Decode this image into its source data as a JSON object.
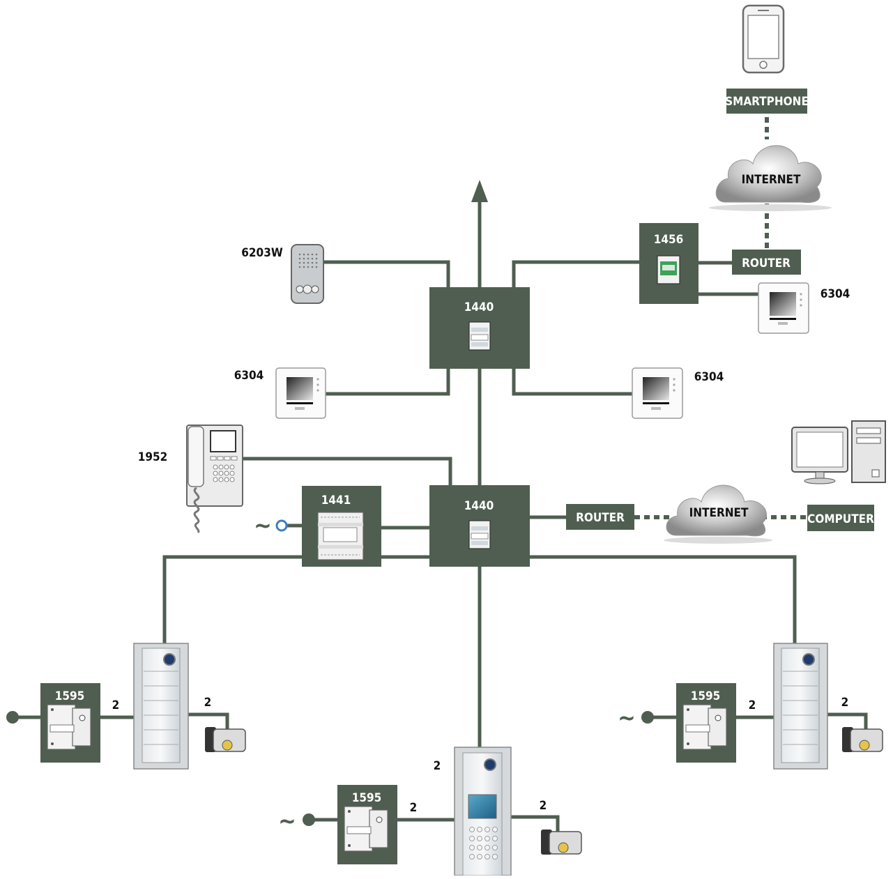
{
  "colors": {
    "box": "#4f5e50",
    "wire": "#4f5e50",
    "label_box_text": "#ffffff",
    "label_text": "#111111"
  },
  "devices": {
    "smartphone": "SMARTPHONE",
    "internet_top": "INTERNET",
    "router_top": "ROUTER",
    "internet_mid": "INTERNET",
    "router_mid": "ROUTER",
    "computer": "COMPUTER",
    "unit_1456": "1456",
    "unit_1440_top": "1440",
    "unit_1440_mid": "1440",
    "unit_1441": "1441",
    "unit_1595_left": "1595",
    "unit_1595_right": "1595",
    "unit_1595_bottom": "1595"
  },
  "labels": {
    "m6203w": "6203W",
    "m6304_right_top": "6304",
    "m6304_left": "6304",
    "m6304_right": "6304",
    "m1952": "1952",
    "wire2_left_a": "2",
    "wire2_left_b": "2",
    "wire2_right_a": "2",
    "wire2_right_b": "2",
    "wire2_bottom_top": "2",
    "wire2_bottom_a": "2",
    "wire2_bottom_b": "2"
  },
  "icons": {
    "ac_supply": "~",
    "lock": "electric-lock-icon",
    "monitor": "video-monitor-icon",
    "panel": "entrance-panel-icon"
  }
}
